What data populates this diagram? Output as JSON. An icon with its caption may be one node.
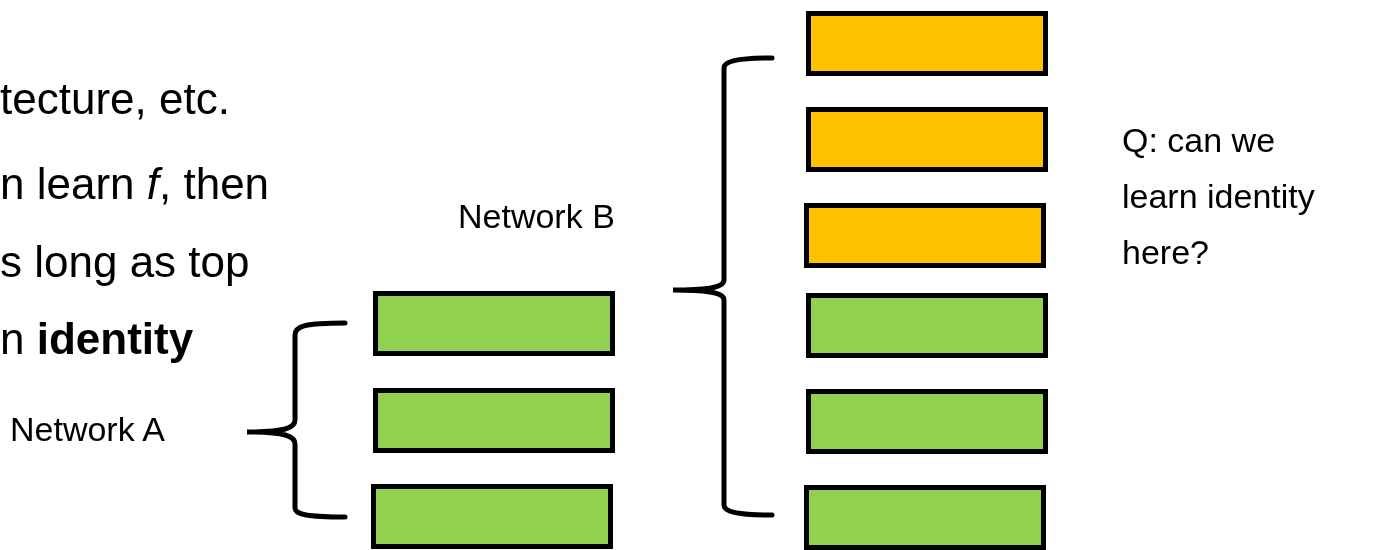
{
  "diagram": {
    "nodes": [
      {
        "text": [],
        "shape": "box"
      },
      {
        "text": [],
        "shape": "box"
      },
      {
        "text": [],
        "shape": "box"
      },
      {
        "text": [],
        "shape": "box"
      },
      {
        "text": [],
        "shape": "box"
      },
      {
        "text": [],
        "shape": "box"
      },
      {
        "text": [],
        "shape": "box"
      },
      {
        "text": [],
        "shape": "box"
      },
      {
        "text": [],
        "shape": "box"
      }
    ],
    "labels": [
      "tecture, etc.",
      "n learn *f*, then",
      "s long as top",
      "n **identity**",
      "Network A",
      "Network B",
      "Q: can we learn identity here?"
    ]
  }
}
